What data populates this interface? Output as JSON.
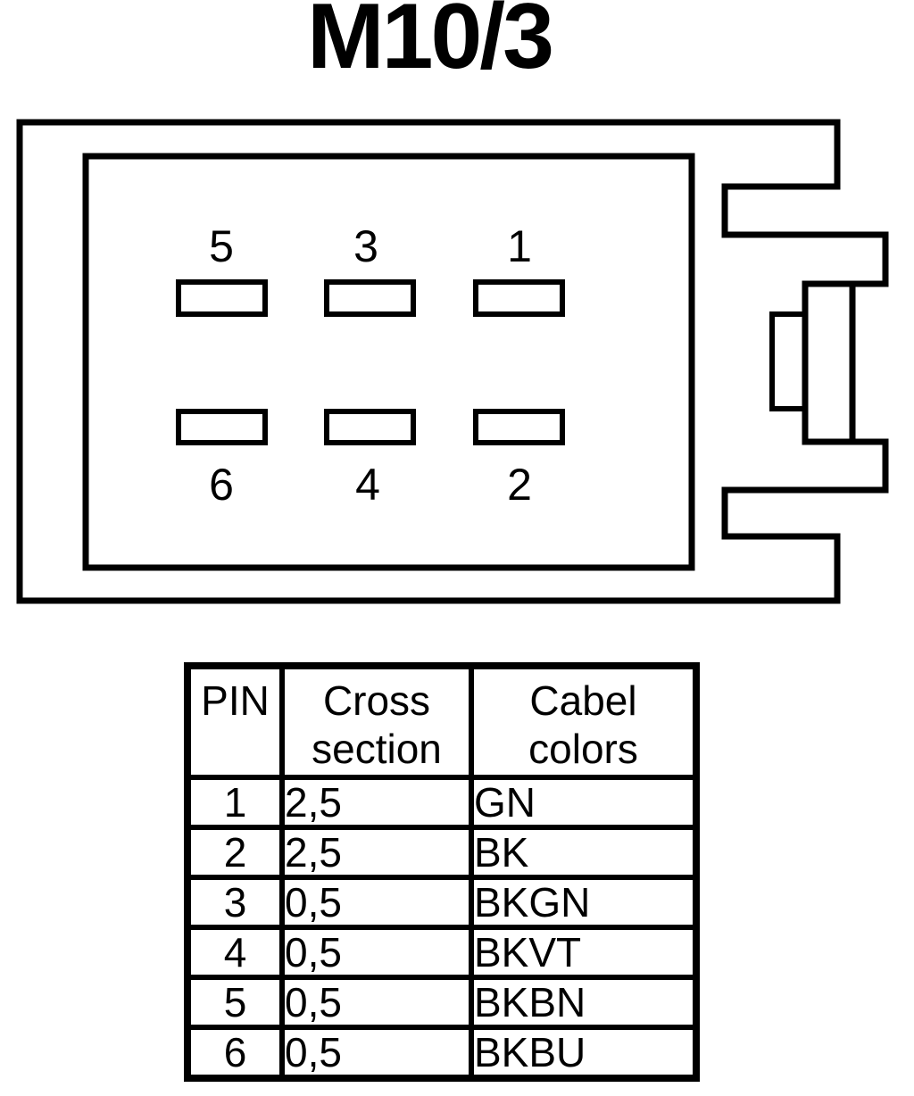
{
  "title": "M10/3",
  "connector": {
    "pin_labels_top": [
      "5",
      "3",
      "1"
    ],
    "pin_labels_bottom": [
      "6",
      "4",
      "2"
    ]
  },
  "table": {
    "headers": [
      "PIN",
      "Cross section",
      "Cabel colors"
    ],
    "rows": [
      [
        "1",
        "2,5",
        "GN"
      ],
      [
        "2",
        "2,5",
        "BK"
      ],
      [
        "3",
        "0,5",
        "BKGN"
      ],
      [
        "4",
        "0,5",
        "BKVT"
      ],
      [
        "5",
        "0,5",
        "BKBN"
      ],
      [
        "6",
        "0,5",
        "BKBU"
      ]
    ]
  },
  "colors": {
    "line": "#000000",
    "background": "#ffffff"
  }
}
